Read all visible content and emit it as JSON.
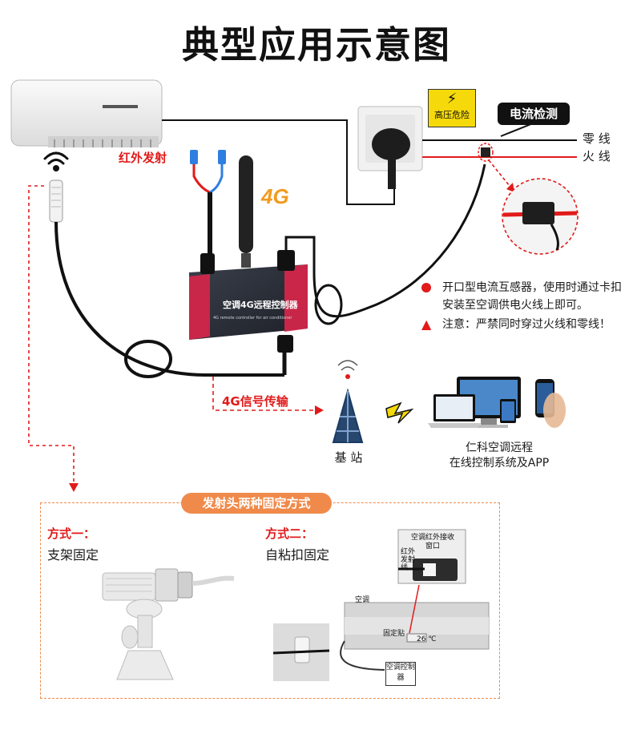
{
  "title": "典型应用示意图",
  "labels": {
    "infrared": "红外发射",
    "four_g": "4G",
    "high_voltage": "高压危险",
    "current_detect": "电流检测",
    "neutral": "零 线",
    "live": "火 线",
    "signal": "4G信号传输",
    "base_station": "基 站"
  },
  "device": {
    "name": "空调4G远程控制器",
    "subtitle": "4G remote controller for air conditioner"
  },
  "notes": {
    "note1": "开口型电流互感器，使用时通过卡扣安装至空调供电火线上即可。",
    "note2": "注意：严禁同时穿过火线和零线！"
  },
  "system": {
    "line1": "仁科空调远程",
    "line2": "在线控制系统及APP"
  },
  "fixing": {
    "header": "发射头两种固定方式",
    "method1_title": "方式一：",
    "method1_desc": "支架固定",
    "method2_title": "方式二：",
    "method2_desc": "自粘扣固定",
    "inset_window": "空调红外接收窗口",
    "inset_tx": "红外发射线",
    "ac_label": "空调",
    "sticker_label": "固定贴",
    "temp_display": "26 ℃",
    "controller_label": "空调控制器"
  },
  "colors": {
    "accent_red": "#e21a1a",
    "orange": "#f08a4b",
    "warning_yellow": "#f5d90a",
    "cable": "#1a1a1a"
  }
}
